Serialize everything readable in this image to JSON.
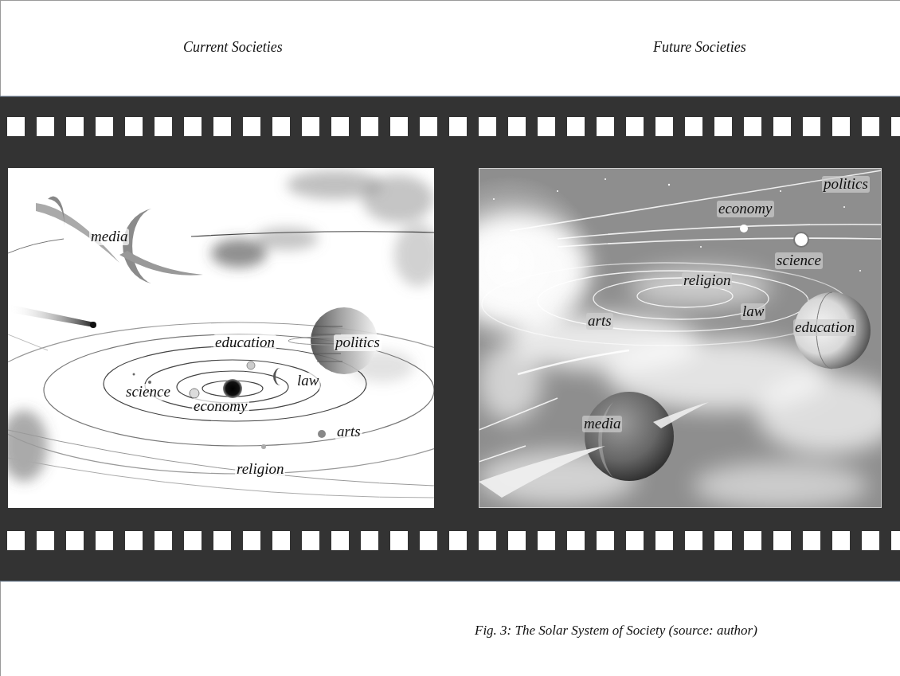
{
  "diagram": {
    "caption": "Fig. 3: The Solar System of Society (source: author)",
    "labels": [
      "Current Societies",
      "Future Societies",
      "media",
      "education",
      "politics",
      "law",
      "science",
      "economy",
      "arts",
      "religion",
      "politics",
      "economy",
      "science",
      "religion",
      "law",
      "arts",
      "education",
      "media"
    ]
  }
}
